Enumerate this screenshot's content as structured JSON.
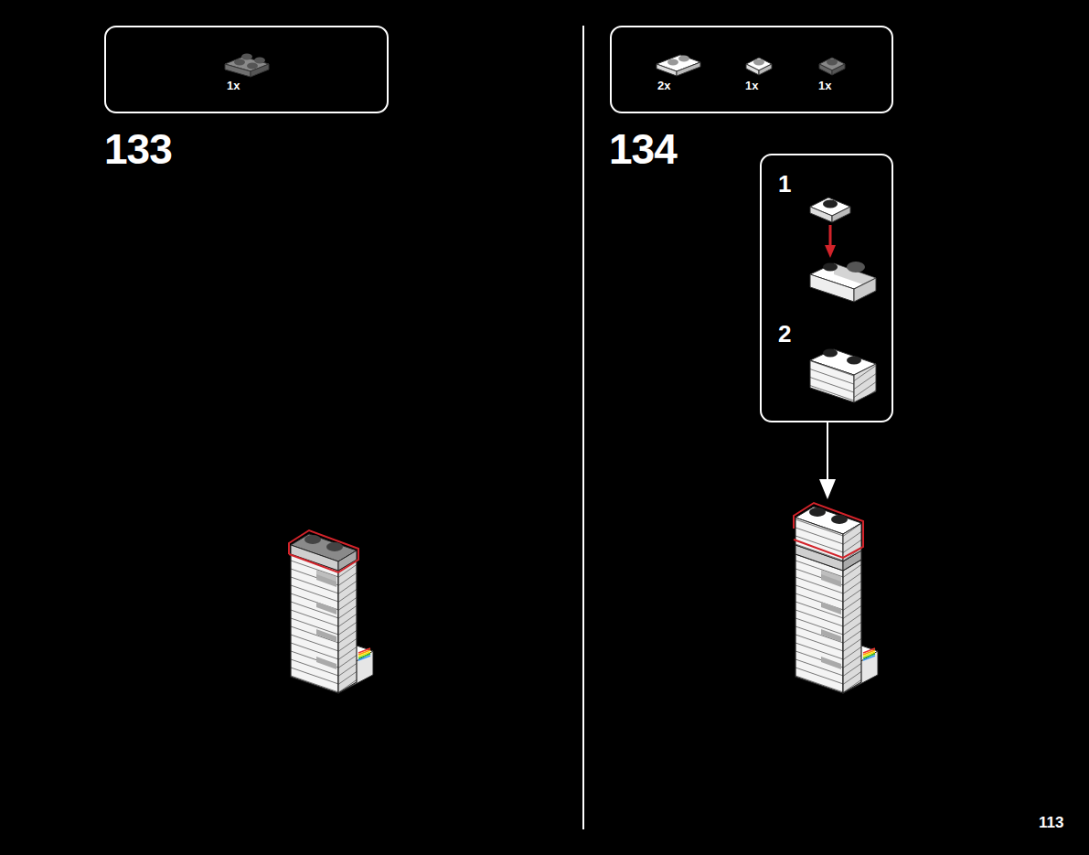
{
  "diagram": {
    "nodes": [
      {
        "text": [
          "1x"
        ]
      },
      {
        "text": [
          "2x",
          "1x",
          "1x"
        ]
      },
      {
        "text": [
          "1",
          "2"
        ]
      }
    ],
    "labels": [
      "133",
      "134",
      "113"
    ]
  }
}
